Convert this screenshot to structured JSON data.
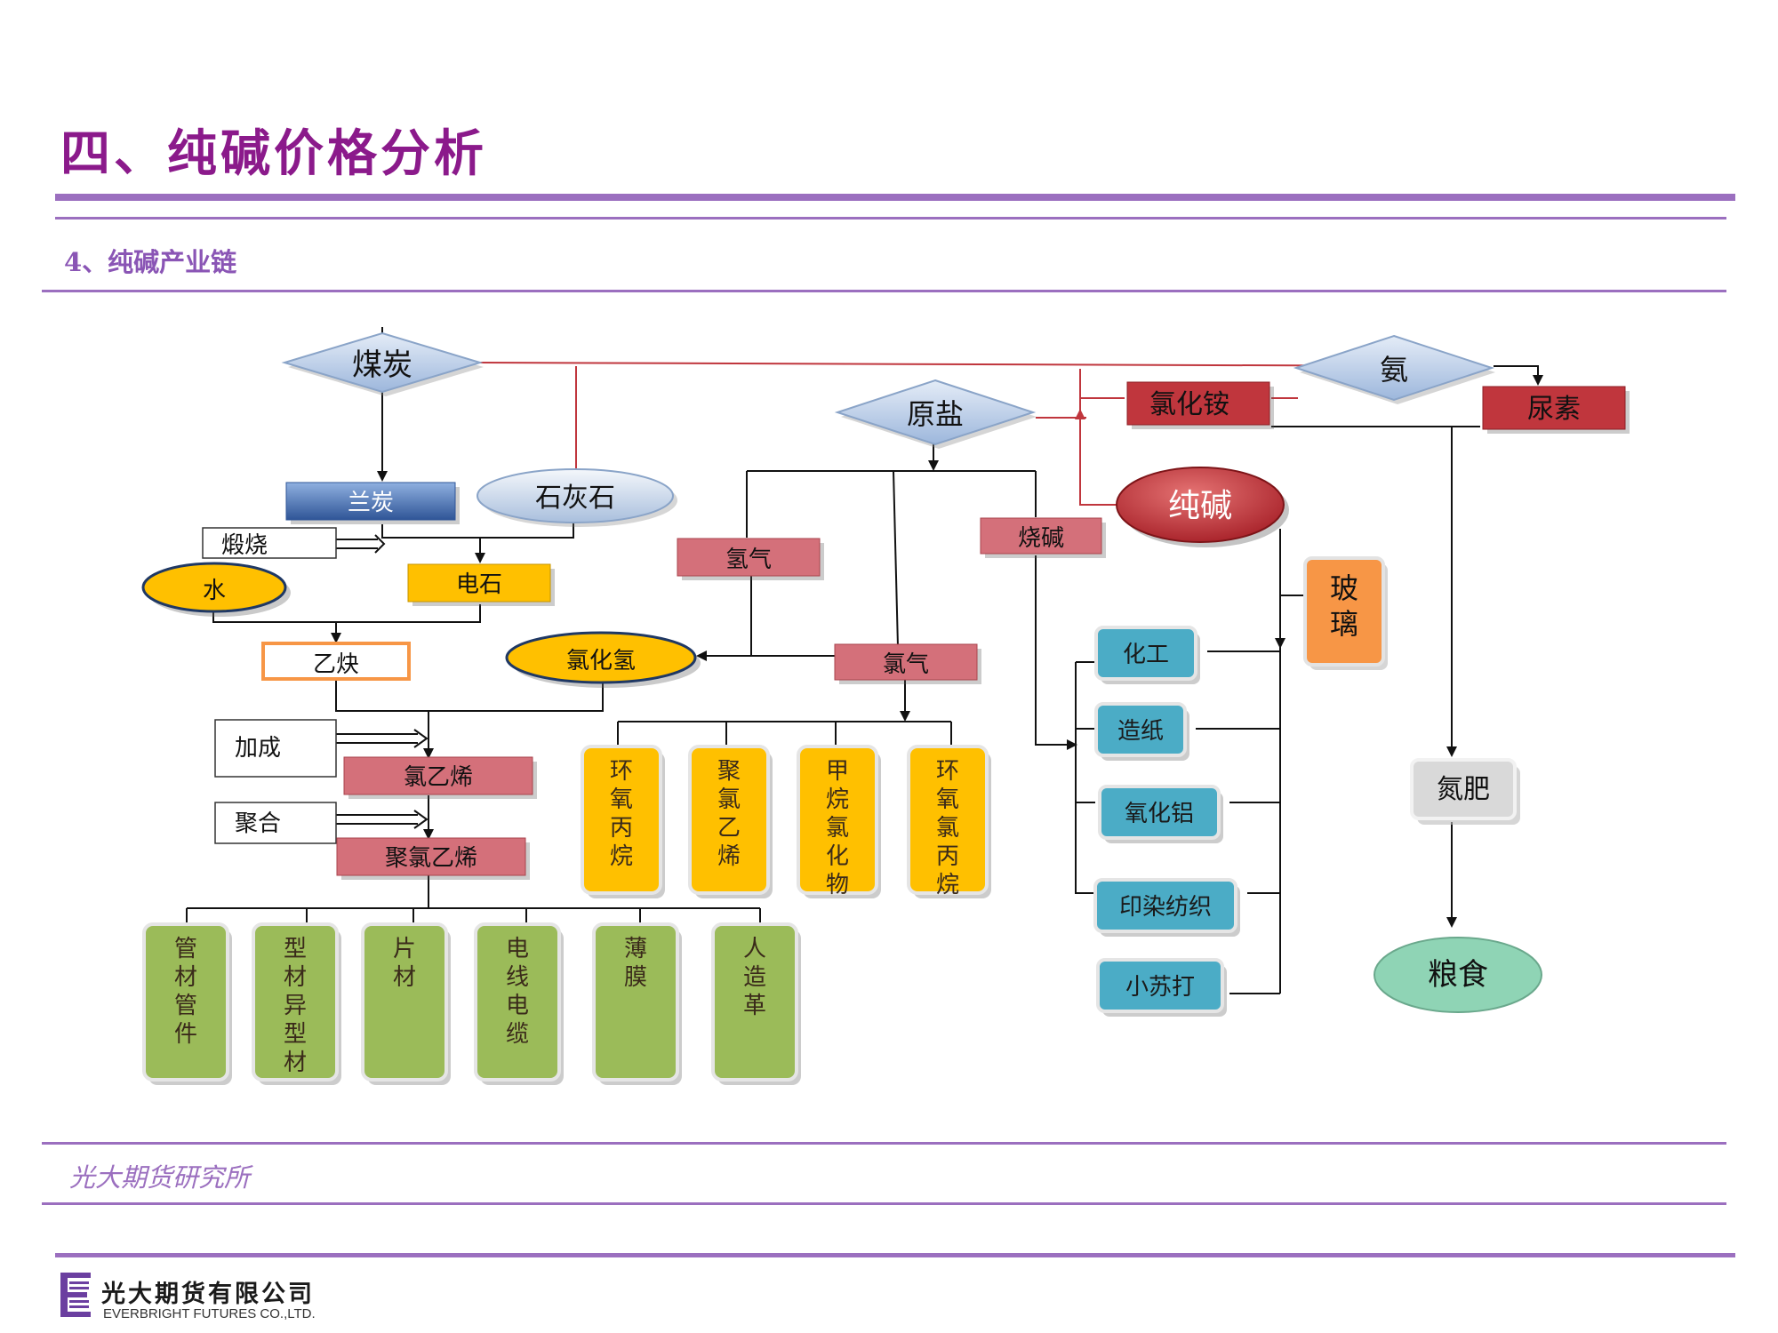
{
  "header": {
    "title": "四、纯碱价格分析",
    "subtitle": "4、纯碱产业链"
  },
  "footer": {
    "source": "光大期货研究所",
    "company_cn": "光大期货有限公司",
    "company_en": "EVERBRIGHT FUTURES CO.,LTD."
  },
  "colors": {
    "accent_purple": "#9b6fbf",
    "title_purple": "#8b1a8b",
    "red_box": "#d4707a",
    "dark_red_box": "#c0363d",
    "blue_box": "#4472c4",
    "yellow_node": "#ffc000",
    "orange_node": "#f79646",
    "green_node": "#9bbb59",
    "teal_node": "#4bacc6",
    "gray_node": "#d9d9d9",
    "mint_node": "#8fd4b5",
    "diamond": "#b7cbe8"
  },
  "diagram": {
    "coal": "煤炭",
    "lanthan": "兰炭",
    "limestone": "石灰石",
    "calcine": "煅烧",
    "water": "水",
    "carbide": "电石",
    "acetylene": "乙炔",
    "hcl": "氯化氢",
    "addition": "加成",
    "vcm": "氯乙烯",
    "polymerize": "聚合",
    "pvc": "聚氯乙烯",
    "pvc_products": [
      "管材管件",
      "型材异型材",
      "片材",
      "电线电缆",
      "薄膜",
      "人造革"
    ],
    "salt": "原盐",
    "hydrogen": "氢气",
    "chlorine": "氯气",
    "caustic": "烧碱",
    "chlorine_products": [
      "环氧丙烷",
      "聚氯乙烯",
      "甲烷氯化物",
      "环氧氯丙烷"
    ],
    "ammonium_chloride": "氯化铵",
    "ammonia": "氨",
    "urea": "尿素",
    "soda_ash": "纯碱",
    "glass": "玻璃",
    "soda_uses": [
      "化工",
      "造纸",
      "氧化铝",
      "印染纺织",
      "小苏打"
    ],
    "nitrogen_fertilizer": "氮肥",
    "grain": "粮食"
  }
}
